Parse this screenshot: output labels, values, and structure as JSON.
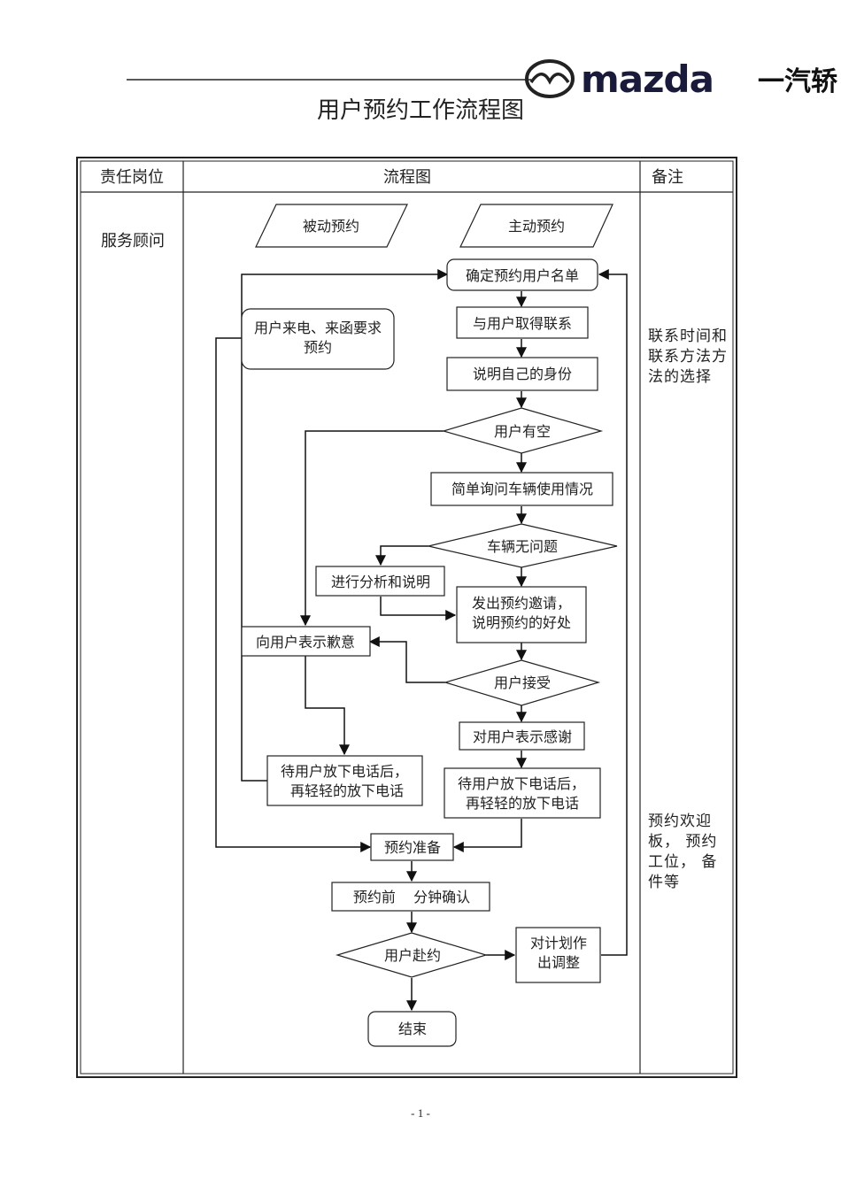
{
  "header": {
    "logo_brand": "mazda",
    "logo_partner": "一汽轿",
    "logo_icon": "mazda-emblem-icon"
  },
  "title": "用户预约工作流程图",
  "table": {
    "col_role": "责任岗位",
    "col_flow": "流程图",
    "col_note": "备注",
    "role": "服务顾问"
  },
  "nodes": {
    "passive": "被动预约",
    "active": "主动预约",
    "confirm_list": "确定预约用户名单",
    "customer_call_1": "用户来电、来函要求",
    "customer_call_2": "预约",
    "contact": "与用户取得联系",
    "introduce": "说明自己的身份",
    "free": "用户有空",
    "ask_vehicle": "简单询问车辆使用情况",
    "no_problem": "车辆无问题",
    "analyze": "进行分析和说明",
    "invite_1": "发出预约邀请，",
    "invite_2": "说明预约的好处",
    "apologize": "向用户表示歉意",
    "accept": "用户接受",
    "thank": "对用户表示感谢",
    "hangup_left_1": "待用户放下电话后，",
    "hangup_left_2": "再轻轻的放下电话",
    "hangup_right_1": "待用户放下电话后，",
    "hangup_right_2": "再轻轻的放下电话",
    "prepare": "预约准备",
    "confirm_before": "预约前    分钟确认",
    "arrive": "用户赴约",
    "adjust_1": "对计划作",
    "adjust_2": "出调整",
    "end": "结束"
  },
  "notes": {
    "note1": [
      "联系时间和",
      "联系方法方",
      "法的选择"
    ],
    "note2": [
      "预约欢迎",
      "板， 预约",
      "工位， 备",
      "件等"
    ]
  },
  "footer": {
    "page_number": "- 1 -"
  }
}
